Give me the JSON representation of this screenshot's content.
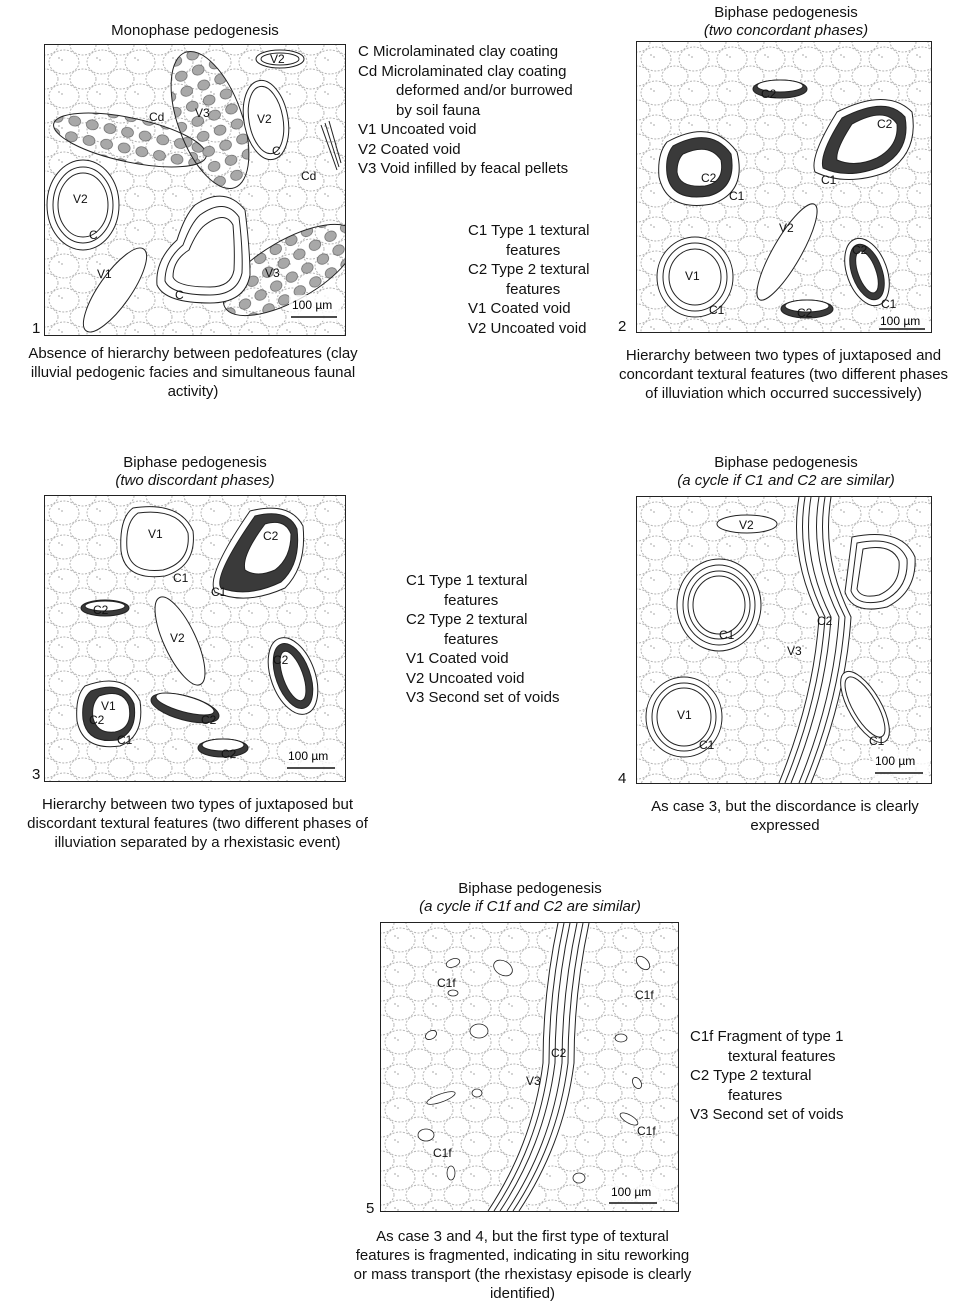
{
  "panels": [
    {
      "number": "1",
      "title": "Monophase pedogenesis",
      "subtitle": "",
      "caption": "Absence of hierarchy between pedofeatures (clay illuvial pedogenic facies and simultaneous faunal activity)",
      "scale": "100 µm",
      "labels": {
        "V2a": "V2",
        "V2b": "V2",
        "V2c": "V2",
        "V3a": "V3",
        "V3b": "V3",
        "V1": "V1",
        "Cd1": "Cd",
        "Cd2": "Cd",
        "Ca": "C",
        "Cb": "C",
        "Cc": "C"
      }
    },
    {
      "number": "2",
      "title": "Biphase pedogenesis",
      "subtitle": "(two concordant phases)",
      "caption": "Hierarchy between two types of juxtaposed and concordant textural features (two different phases of illuviation which occurred successively)",
      "scale": "100 µm",
      "labels": {
        "C2a": "C2",
        "C2b": "C2",
        "C2c": "C2",
        "C2d": "C2",
        "C2e": "C2",
        "C1a": "C1",
        "C1b": "C1",
        "C1c": "C1",
        "C1d": "C1",
        "V1": "V1",
        "V2": "V2"
      }
    },
    {
      "number": "3",
      "title": "Biphase pedogenesis",
      "subtitle": "(two discordant phases)",
      "caption": "Hierarchy between two types of juxtaposed but discordant textural features (two different phases of illuviation separated by a rhexistasic event)",
      "scale": "100 µm",
      "labels": {
        "V1a": "V1",
        "V1b": "V1",
        "C1a": "C1",
        "C1b": "C1",
        "C1c": "C1",
        "C2a": "C2",
        "C2b": "C2",
        "C2c": "C2",
        "C2d": "C2",
        "C2e": "C2",
        "C2f": "C2",
        "V2": "V2"
      }
    },
    {
      "number": "4",
      "title": "Biphase pedogenesis",
      "subtitle": "(a cycle if C1 and C2 are similar)",
      "caption": "As case 3, but the discordance is clearly expressed",
      "scale": "100 µm",
      "labels": {
        "V2": "V2",
        "C1a": "C1",
        "C1b": "C1",
        "C1c": "C1",
        "C2": "C2",
        "V3": "V3",
        "V1": "V1"
      }
    },
    {
      "number": "5",
      "title": "Biphase pedogenesis",
      "subtitle": "(a cycle if C1f and C2 are similar)",
      "caption": "As case 3 and 4, but the first type of textural features is fragmented, indicating in situ reworking or mass transport (the rhexistasy episode is clearly identified)",
      "scale": "100 µm",
      "labels": {
        "C1fa": "C1f",
        "C1fb": "C1f",
        "C1fc": "C1f",
        "C1fd": "C1f",
        "C2": "C2",
        "V3": "V3"
      }
    }
  ],
  "legends": {
    "legend1": [
      {
        "code": "C",
        "text": "Microlaminated clay coating",
        "cont": []
      },
      {
        "code": "Cd",
        "text": "Microlaminated clay coating",
        "cont": [
          "deformed and/or burrowed",
          "by soil fauna"
        ]
      },
      {
        "code": "V1",
        "text": "Uncoated void",
        "cont": []
      },
      {
        "code": "V2",
        "text": "Coated void",
        "cont": []
      },
      {
        "code": "V3",
        "text": "Void infilled by feacal pellets",
        "cont": []
      }
    ],
    "legend2": [
      {
        "code": "C1",
        "text": "Type 1 textural",
        "cont": [
          "features"
        ]
      },
      {
        "code": "C2",
        "text": "Type 2 textural",
        "cont": [
          "features"
        ]
      },
      {
        "code": "V1",
        "text": "Coated void",
        "cont": []
      },
      {
        "code": "V2",
        "text": "Uncoated void",
        "cont": []
      }
    ],
    "legend3": [
      {
        "code": "C1",
        "text": "Type 1 textural",
        "cont": [
          "features"
        ]
      },
      {
        "code": "C2",
        "text": "Type 2 textural",
        "cont": [
          "features"
        ]
      },
      {
        "code": "V1",
        "text": "Coated void",
        "cont": []
      },
      {
        "code": "V2",
        "text": "Uncoated void",
        "cont": []
      },
      {
        "code": "V3",
        "text": "Second set of voids",
        "cont": []
      }
    ],
    "legend5": [
      {
        "code": "C1f",
        "text": "Fragment of type 1",
        "cont": [
          "textural features"
        ]
      },
      {
        "code": "C2",
        "text": "Type 2 textural",
        "cont": [
          "features"
        ]
      },
      {
        "code": "V3",
        "text": "Second set of voids",
        "cont": []
      }
    ]
  },
  "colors": {
    "line": "#222222",
    "texture": "#b5b5b5",
    "pellet": "#a8a8a8",
    "dark_coating": "#3a3a3a"
  }
}
